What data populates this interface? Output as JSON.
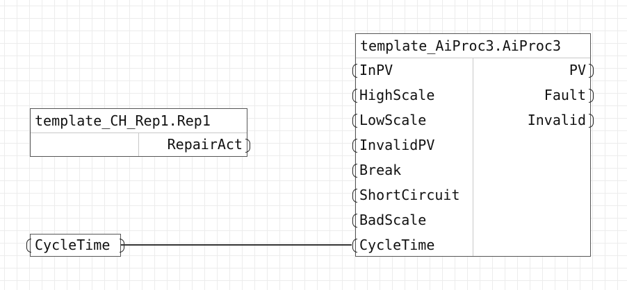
{
  "rep_block": {
    "title": "template_CH_Rep1.Rep1",
    "outputs": [
      "RepairAct"
    ]
  },
  "ai_block": {
    "title": "template_AiProc3.AiProc3",
    "inputs": [
      "InPV",
      "HighScale",
      "LowScale",
      "InvalidPV",
      "Break",
      "ShortCircuit",
      "BadScale",
      "CycleTime"
    ],
    "outputs": [
      "PV",
      "Fault",
      "Invalid"
    ]
  },
  "variable": {
    "label": "CycleTime"
  }
}
